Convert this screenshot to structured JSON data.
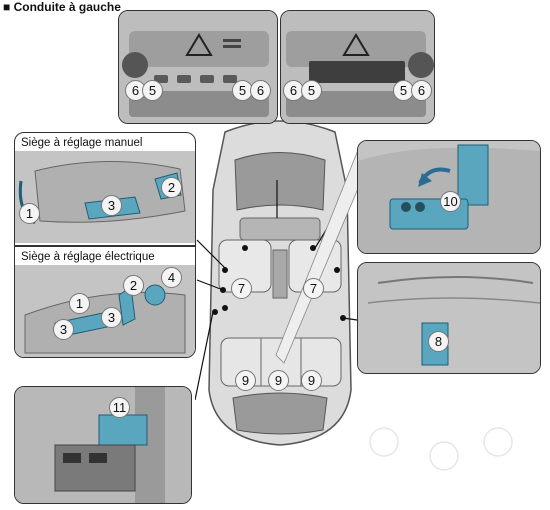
{
  "header": {
    "square": "■",
    "title": "Conduite à gauche"
  },
  "panels": {
    "manual_seat": {
      "title": "Siège à réglage manuel"
    },
    "power_seat": {
      "title": "Siège à réglage électrique"
    }
  },
  "callouts": {
    "dash_left": [
      "6",
      "5",
      "5",
      "6"
    ],
    "dash_right": [
      "6",
      "5",
      "5",
      "6"
    ],
    "manual": [
      "1",
      "2",
      "3"
    ],
    "power": [
      "1",
      "2",
      "3",
      "3",
      "4"
    ],
    "front_seats": [
      "7",
      "7"
    ],
    "rear_seats": [
      "9",
      "9",
      "9"
    ],
    "rear_side": "8",
    "armrest": "10",
    "door": "11"
  },
  "colors": {
    "accent": "#5aa6bf",
    "panel_bg": "#c9c9c9"
  }
}
